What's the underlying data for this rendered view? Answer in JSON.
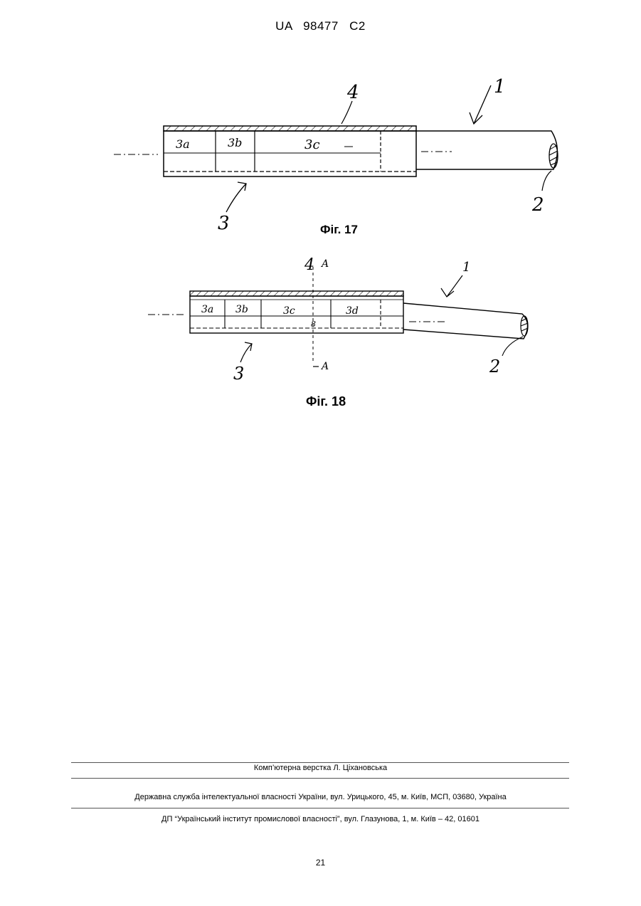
{
  "header": {
    "patent_number": "UA   98477   C2"
  },
  "figure17": {
    "caption": "Фіг. 17",
    "segments": [
      "3a",
      "3b",
      "3c"
    ],
    "labels": {
      "tube": "1",
      "wire": "2",
      "body": "3",
      "coating": "4"
    }
  },
  "figure18": {
    "caption": "Фіг. 18",
    "segments": [
      "3a",
      "3b",
      "3c",
      "3d"
    ],
    "labels": {
      "tube": "1",
      "wire": "2",
      "body": "3",
      "coating": "4",
      "section_top": "A",
      "section_bottom": "A"
    }
  },
  "footer": {
    "layout_credit": "Комп’ютерна верстка Л. Ціхановська",
    "agency": "Державна служба інтелектуальної власності України, вул. Урицького, 45, м. Київ, МСП, 03680, Україна",
    "institute": "ДП “Український інститут промислової власності”, вул. Глазунова, 1, м. Київ – 42, 01601"
  },
  "page_number": "21"
}
